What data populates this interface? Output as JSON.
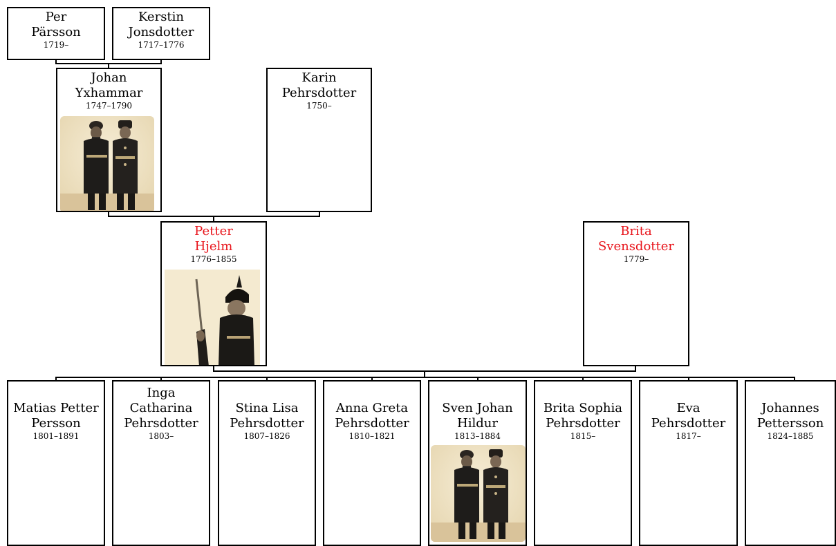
{
  "people": {
    "per": {
      "name": "Per\nPärsson",
      "dates": "1719–"
    },
    "kerstin": {
      "name": "Kerstin\nJonsdotter",
      "dates": "1717–1776"
    },
    "johan": {
      "name": "Johan\nYxhammar",
      "dates": "1747–1790"
    },
    "karin": {
      "name": "Karin\nPehrsdotter",
      "dates": "1750–"
    },
    "petter": {
      "name": "Petter\nHjelm",
      "dates": "1776–1855"
    },
    "brita": {
      "name": "Brita\nSvensdotter",
      "dates": "1779–"
    }
  },
  "children": [
    {
      "name": "Matias Petter\nPersson",
      "dates": "1801–1891"
    },
    {
      "name": "Inga\nCatharina\nPehrsdotter",
      "dates": "1803–"
    },
    {
      "name": "Stina Lisa\nPehrsdotter",
      "dates": "1807–1826"
    },
    {
      "name": "Anna Greta\nPehrsdotter",
      "dates": "1810–1821"
    },
    {
      "name": "Sven Johan\nHildur",
      "dates": "1813–1884"
    },
    {
      "name": "Brita Sophia\nPehrsdotter",
      "dates": "1815–"
    },
    {
      "name": "Eva\nPehrsdotter",
      "dates": "1817–"
    },
    {
      "name": "Johannes\nPettersson",
      "dates": "1824–1885"
    }
  ],
  "colors": {
    "highlight": "#e8141b",
    "photo_bg": "#efe4c7"
  }
}
